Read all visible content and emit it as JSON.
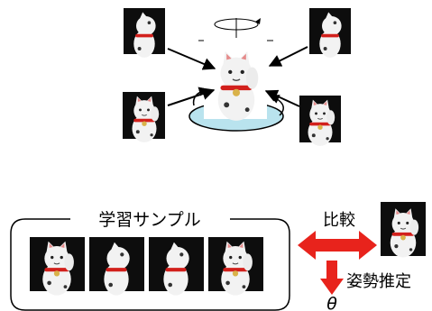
{
  "top_view": {
    "center_figure": "maneki-neko-figurine-front",
    "surrounding_views": [
      "maneki-neko-side-left",
      "maneki-neko-side-right",
      "maneki-neko-three-quarter",
      "maneki-neko-three-quarter-back"
    ],
    "rotation_icon": "rotation-arrow-icon"
  },
  "samples_group": {
    "label": "学習サンプル",
    "items": [
      "sample-front-view",
      "sample-side-view",
      "sample-back-view",
      "sample-three-quarter-view"
    ]
  },
  "comparison": {
    "label": "比較",
    "target": "query-figurine-view"
  },
  "pose_estimation": {
    "label": "姿勢推定",
    "symbol": "θ"
  },
  "colors": {
    "arrow_red": "#e8231c",
    "platform_fill": "#b9e3ee",
    "photo_bg": "#0d0d0d",
    "figurine": "#f2f2f2",
    "collar": "#d2201c"
  }
}
